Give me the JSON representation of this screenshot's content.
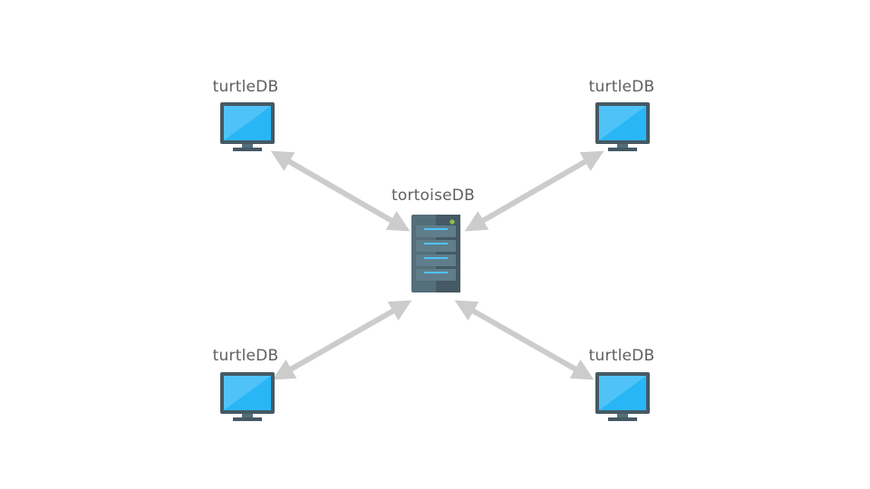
{
  "diagram": {
    "server": {
      "label": "tortoiseDB",
      "icon": "server-icon"
    },
    "clients": [
      {
        "label": "turtleDB",
        "icon": "desktop-monitor-icon"
      },
      {
        "label": "turtleDB",
        "icon": "desktop-monitor-icon"
      },
      {
        "label": "turtleDB",
        "icon": "desktop-monitor-icon"
      },
      {
        "label": "turtleDB",
        "icon": "desktop-monitor-icon"
      }
    ],
    "connection_style": "bidirectional-arrow"
  },
  "colors": {
    "background": "#ffffff",
    "label_text": "#5f5f5f",
    "arrow": "#cccccc",
    "monitor_frame": "#455a64",
    "monitor_screen": "#29b6f6",
    "monitor_glare": "#4fc3f7",
    "server_body": "#546e7a",
    "server_body_dark": "#455a64",
    "server_led": "#8bc34a",
    "server_slot_light": "#4fc3f7"
  }
}
